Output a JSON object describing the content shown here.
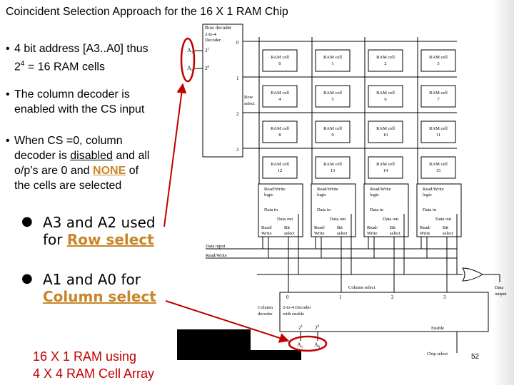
{
  "title": "Coincident Selection Approach for the 16 X 1 RAM Chip",
  "bullets_small": [
    {
      "line1": "4 bit address [A3..A0]  thus",
      "line2_pre": "2",
      "line2_sup": "4",
      "line2_post": " = 16 RAM cells"
    },
    {
      "line1": "The column decoder is",
      "line2": "enabled with the CS input"
    },
    {
      "line1": "When CS =0, column",
      "line2_pre": "decoder is ",
      "line2_ul": "disabled",
      "line2_post": " and all",
      "line3_pre": "o/p’s are 0 and ",
      "line3_hl": "NONE",
      "line3_post": " of",
      "line4": "the cells are selected"
    }
  ],
  "bullets_large": [
    {
      "line1": "A3 and A2 used",
      "line2_pre": "for ",
      "line2_hl": "Row select"
    },
    {
      "line1": "A1 and A0 for",
      "line2_hl": "Column select"
    }
  ],
  "footnote": {
    "line1": "16 X 1 RAM using",
    "line2": "4 X 4 RAM Cell Array"
  },
  "page_number": "52",
  "colors": {
    "annotation_red": "#c00000",
    "highlight": "#c8862a",
    "wire": "#000000"
  },
  "diagram": {
    "row_decoder_title": [
      "Row decoder",
      "2-to-4",
      "Decoder"
    ],
    "row_inputs": [
      {
        "pin": "A",
        "sub": "3",
        "bit": "2",
        "bitsup": "1"
      },
      {
        "pin": "A",
        "sub": "2",
        "bit": "2",
        "bitsup": "0"
      }
    ],
    "row_outputs": [
      "0",
      "1",
      "2",
      "3"
    ],
    "row_select_label": [
      "Row",
      "select"
    ],
    "cell_label": "RAM cell",
    "cells": [
      "0",
      "1",
      "2",
      "3",
      "4",
      "5",
      "6",
      "7",
      "8",
      "9",
      "10",
      "11",
      "12",
      "13",
      "14",
      "15"
    ],
    "rw_logic": [
      "Read/Write",
      "logic"
    ],
    "data_in": "Data in",
    "data_out": "Data out",
    "read_write_short": [
      "Read/",
      "Write"
    ],
    "bit_select": [
      "Bit",
      "select"
    ],
    "data_input_label": "Data input",
    "read_write_label": "Read/Write",
    "column_select_label": "Column select",
    "column_decoder_label": [
      "Column",
      "decoder"
    ],
    "col_decoder_title": [
      "2-to-4 Decoder",
      "with enable"
    ],
    "col_outputs": [
      "0",
      "1",
      "2",
      "3"
    ],
    "col_inputs": [
      {
        "bit": "2",
        "bitsup": "1",
        "pin": "A",
        "sub": "1"
      },
      {
        "bit": "2",
        "bitsup": "0",
        "pin": "A",
        "sub": "0"
      }
    ],
    "enable_label": "Enable",
    "chip_select_label": "Chip select",
    "data_output_label": [
      "Data",
      "output"
    ]
  }
}
